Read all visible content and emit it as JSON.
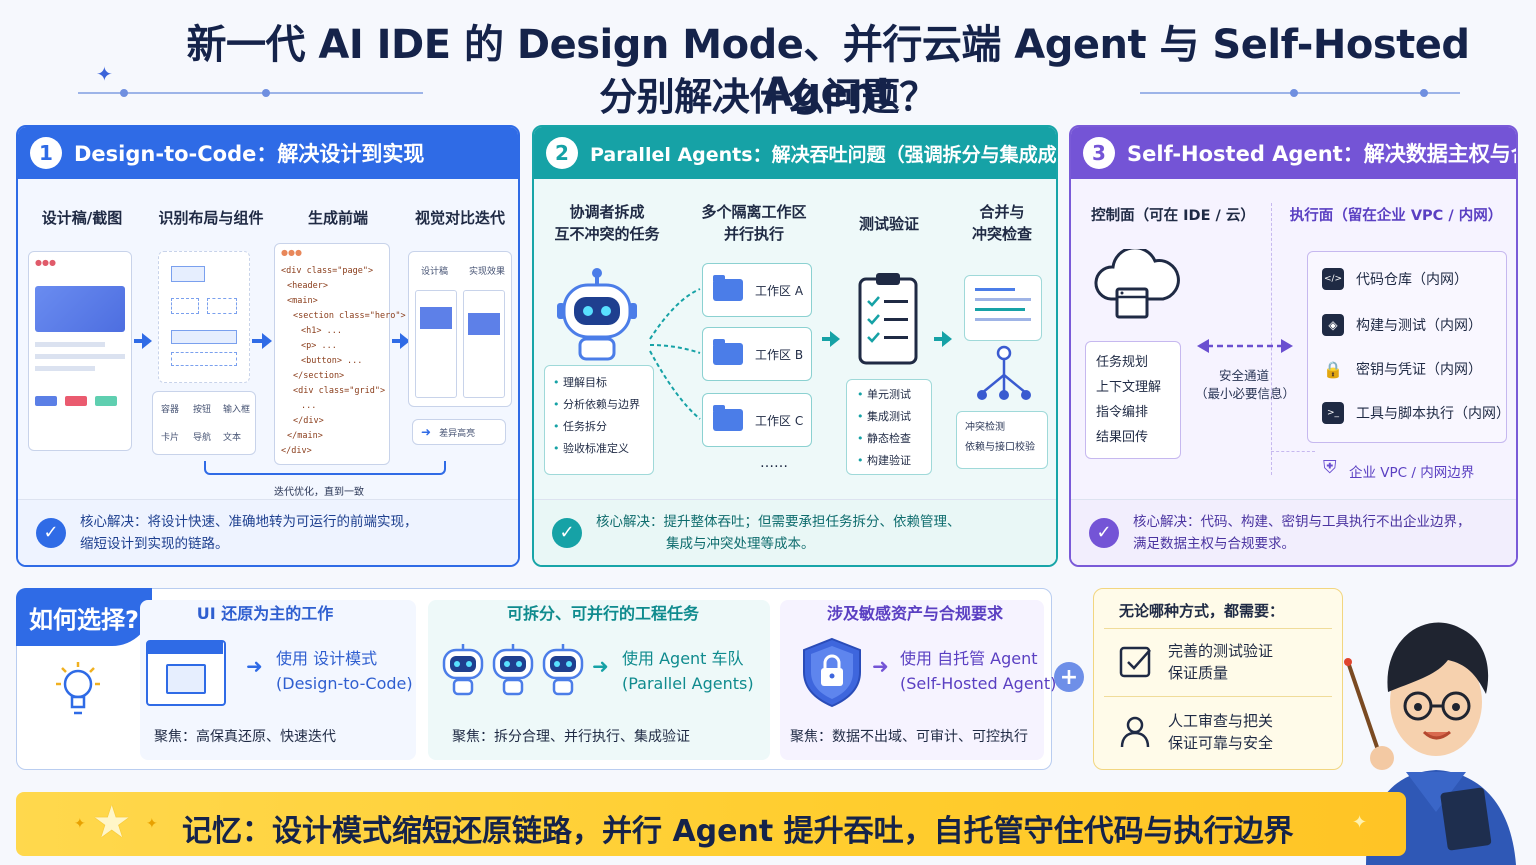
{
  "title": {
    "line1": "新一代 AI IDE 的 Design Mode、并行云端 Agent 与 Self-Hosted Agent",
    "line2": "分别解决什么问题？"
  },
  "panels": {
    "design": {
      "num": "1",
      "title": "Design-to-Code：解决设计到实现",
      "steps": [
        "设计稿/截图",
        "识别布局与组件",
        "生成前端",
        "视觉对比迭代"
      ],
      "components": [
        "容器",
        "按钮",
        "输入框",
        "卡片",
        "导航",
        "文本"
      ],
      "code": [
        "<div class=\"page\">",
        "<header>",
        "<main>",
        "<section class=\"hero\">",
        "<h1> ...",
        "<p> ...",
        "<button> ...",
        "</section>",
        "<div class=\"grid\">",
        "...",
        "</div>",
        "</main>",
        "</div>"
      ],
      "compare_left": "设计稿",
      "compare_right": "实现效果",
      "diff": "差异高亮",
      "loop": "迭代优化，直到一致",
      "core": [
        "核心解决：将设计快速、准确地转为可运行的前端实现，",
        "缩短设计到实现的链路。"
      ]
    },
    "parallel": {
      "num": "2",
      "title": "Parallel Agents：解决吞吐问题（强调拆分与集成成本）",
      "steps": [
        "协调者拆成\n互不冲突的任务",
        "多个隔离工作区\n并行执行",
        "测试验证",
        "合并与\n冲突检查"
      ],
      "coordinator_tasks": [
        "理解目标",
        "分析依赖与边界",
        "任务拆分",
        "验收标准定义"
      ],
      "workspaces": [
        "工作区 A",
        "工作区 B",
        "工作区 C"
      ],
      "more": "……",
      "tests": [
        "单元测试",
        "集成测试",
        "静态检查",
        "构建验证"
      ],
      "merge_checks": [
        "冲突检测",
        "依赖与接口校验"
      ],
      "core": [
        "核心解决：提升整体吞吐；但需要承担任务拆分、依赖管理、",
        "集成与冲突处理等成本。"
      ]
    },
    "selfhosted": {
      "num": "3",
      "title": "Self-Hosted Agent：解决数据主权与合规",
      "control": "控制面（可在 IDE / 云）",
      "exec": "执行面（留在企业 VPC / 内网）",
      "control_items": [
        "任务规划",
        "上下文理解",
        "指令编排",
        "结果回传"
      ],
      "channel": [
        "安全通道",
        "（最小必要信息）"
      ],
      "resources": [
        {
          "icon": "code-repo-icon",
          "glyph": "</>",
          "label": "代码仓库（内网）"
        },
        {
          "icon": "cube-icon",
          "glyph": "◈",
          "label": "构建与测试（内网）"
        },
        {
          "icon": "lock-icon",
          "glyph": "🔒",
          "label": "密钥与凭证（内网）"
        },
        {
          "icon": "terminal-icon",
          "glyph": ">_",
          "label": "工具与脚本执行（内网）"
        }
      ],
      "boundary": "企业 VPC / 内网边界",
      "core": [
        "核心解决：代码、构建、密钥与工具执行不出企业边界，",
        "满足数据主权与合规要求。"
      ]
    }
  },
  "choose": {
    "badge": "如何选择?",
    "cols": [
      {
        "title": "UI 还原为主的工作",
        "use": [
          "使用 设计模式",
          "(Design-to-Code)"
        ],
        "focus": "聚焦：高保真还原、快速迭代"
      },
      {
        "title": "可拆分、可并行的工程任务",
        "use": [
          "使用 Agent 车队",
          "(Parallel Agents)"
        ],
        "focus": "聚焦：拆分合理、并行执行、集成验证"
      },
      {
        "title": "涉及敏感资产与合规要求",
        "use": [
          "使用 自托管 Agent",
          "(Self-Hosted Agent)"
        ],
        "focus": "聚焦：数据不出域、可审计、可控执行"
      }
    ]
  },
  "needs": {
    "title": "无论哪种方式，都需要：",
    "items": [
      [
        "完善的测试验证",
        "保证质量"
      ],
      [
        "人工审查与把关",
        "保证可靠与安全"
      ]
    ]
  },
  "memory": "记忆：设计模式缩短还原链路，并行 Agent 提升吞吐，自托管守住代码与执行边界",
  "colors": {
    "blue": "#2f6be6",
    "teal": "#16a2a6",
    "purple": "#7454d6",
    "yellow": "#ffcd2e",
    "navy": "#15234a"
  }
}
